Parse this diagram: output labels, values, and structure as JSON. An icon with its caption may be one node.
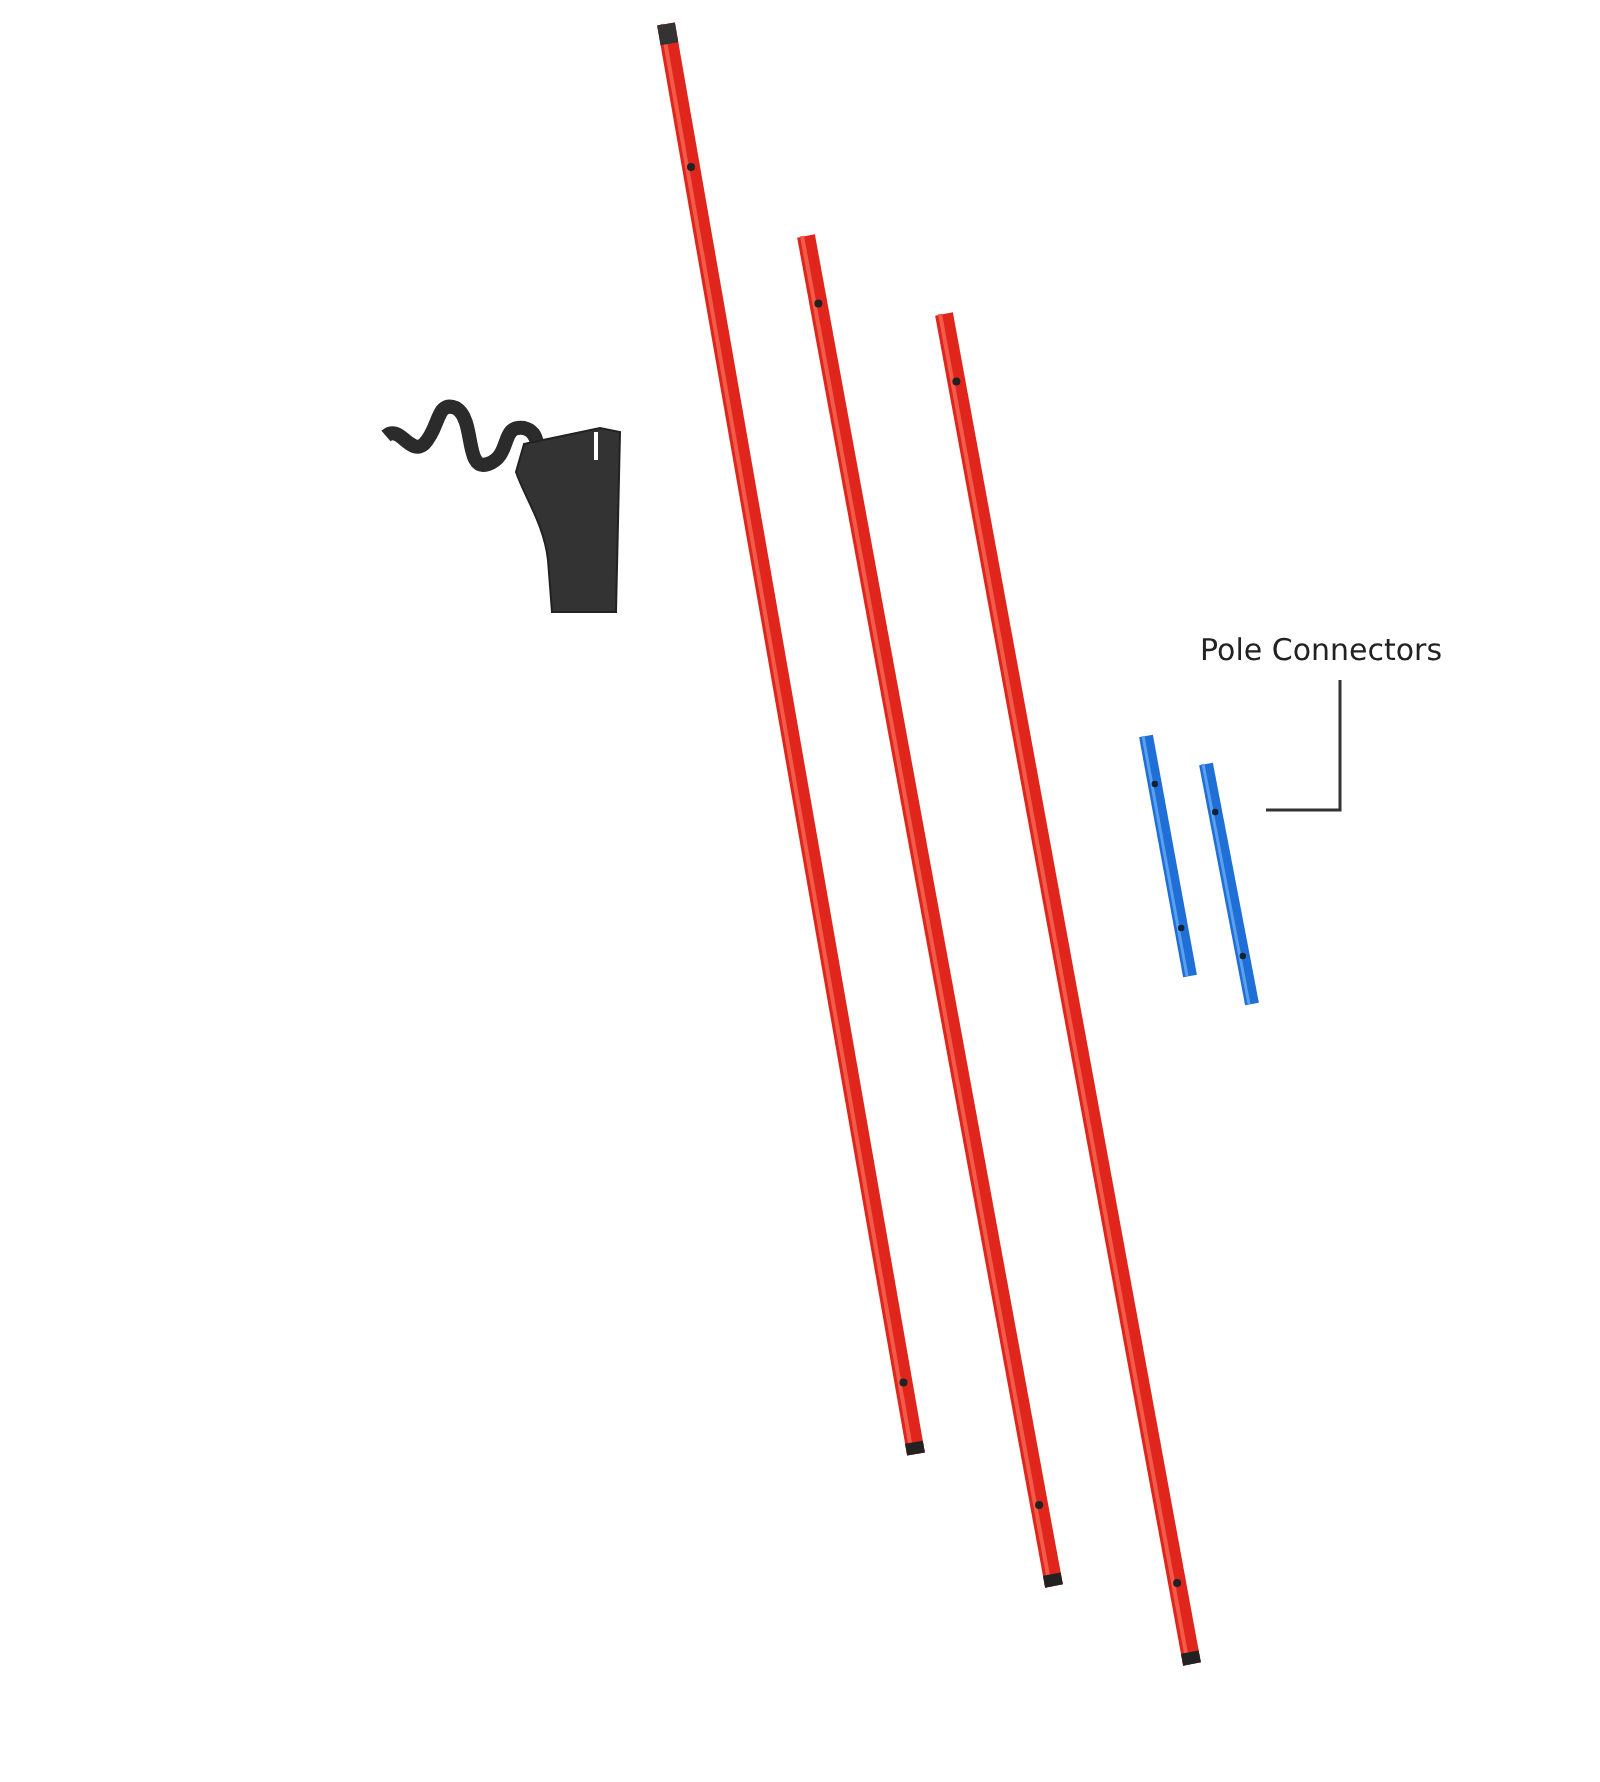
{
  "diagram": {
    "nodes": [
      {
        "text": [
          "Pole Connectors"
        ]
      },
      {
        "text": [],
        "shape": "picture"
      }
    ],
    "edges": [
      {
        "from": 0,
        "to": 1,
        "arrow": "none"
      }
    ]
  }
}
